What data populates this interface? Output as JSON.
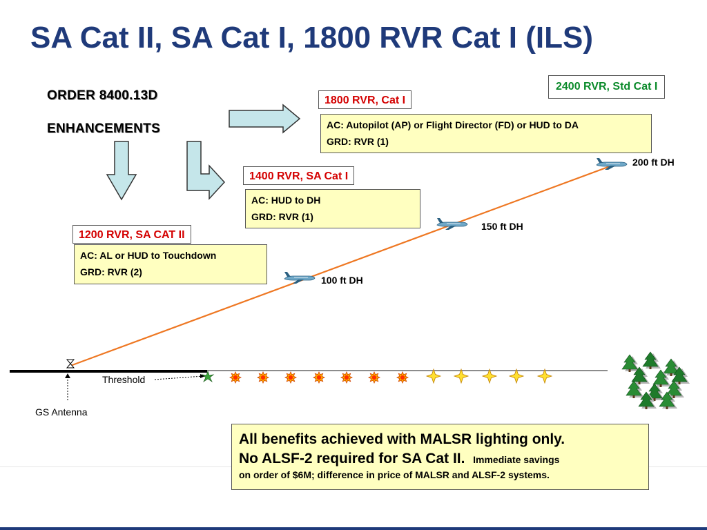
{
  "title": "SA Cat II, SA Cat I, 1800 RVR Cat I (ILS)",
  "order": {
    "line1": "ORDER 8400.13D",
    "line2": "ENHANCEMENTS"
  },
  "std_cat1": {
    "label": "2400 RVR, Std Cat I"
  },
  "cat1_1800": {
    "label": "1800 RVR, Cat I",
    "ac": "AC:  Autopilot (AP) or Flight Director (FD) or HUD to DA",
    "grd": "GRD:  RVR (1)"
  },
  "sa_cat1": {
    "label": "1400 RVR, SA Cat I",
    "ac": "AC:  HUD to DH",
    "grd": "GRD:  RVR (1)"
  },
  "sa_cat2": {
    "label": "1200 RVR, SA CAT II",
    "ac": "AC:  AL or HUD to Touchdown",
    "grd": "GRD:  RVR (2)"
  },
  "decision_heights": {
    "dh200": "200 ft DH",
    "dh150": "150 ft DH",
    "dh100": "100 ft DH"
  },
  "threshold": "Threshold",
  "gs_antenna": "GS Antenna",
  "benefits": {
    "line1": "All benefits achieved with MALSR lighting only.",
    "line2": "No ALSF-2 required for SA Cat II.",
    "note_a": "Immediate savings",
    "note_b": "on order of $6M; difference in price of MALSR and ALSF-2 systems."
  },
  "colors": {
    "title": "#1f3a7a",
    "red_label": "#d40000",
    "green_label": "#0a8a2a",
    "box_fill": "#ffffc0",
    "arrow_fill": "#c5e6ea",
    "glide_path": "#ee7722"
  }
}
